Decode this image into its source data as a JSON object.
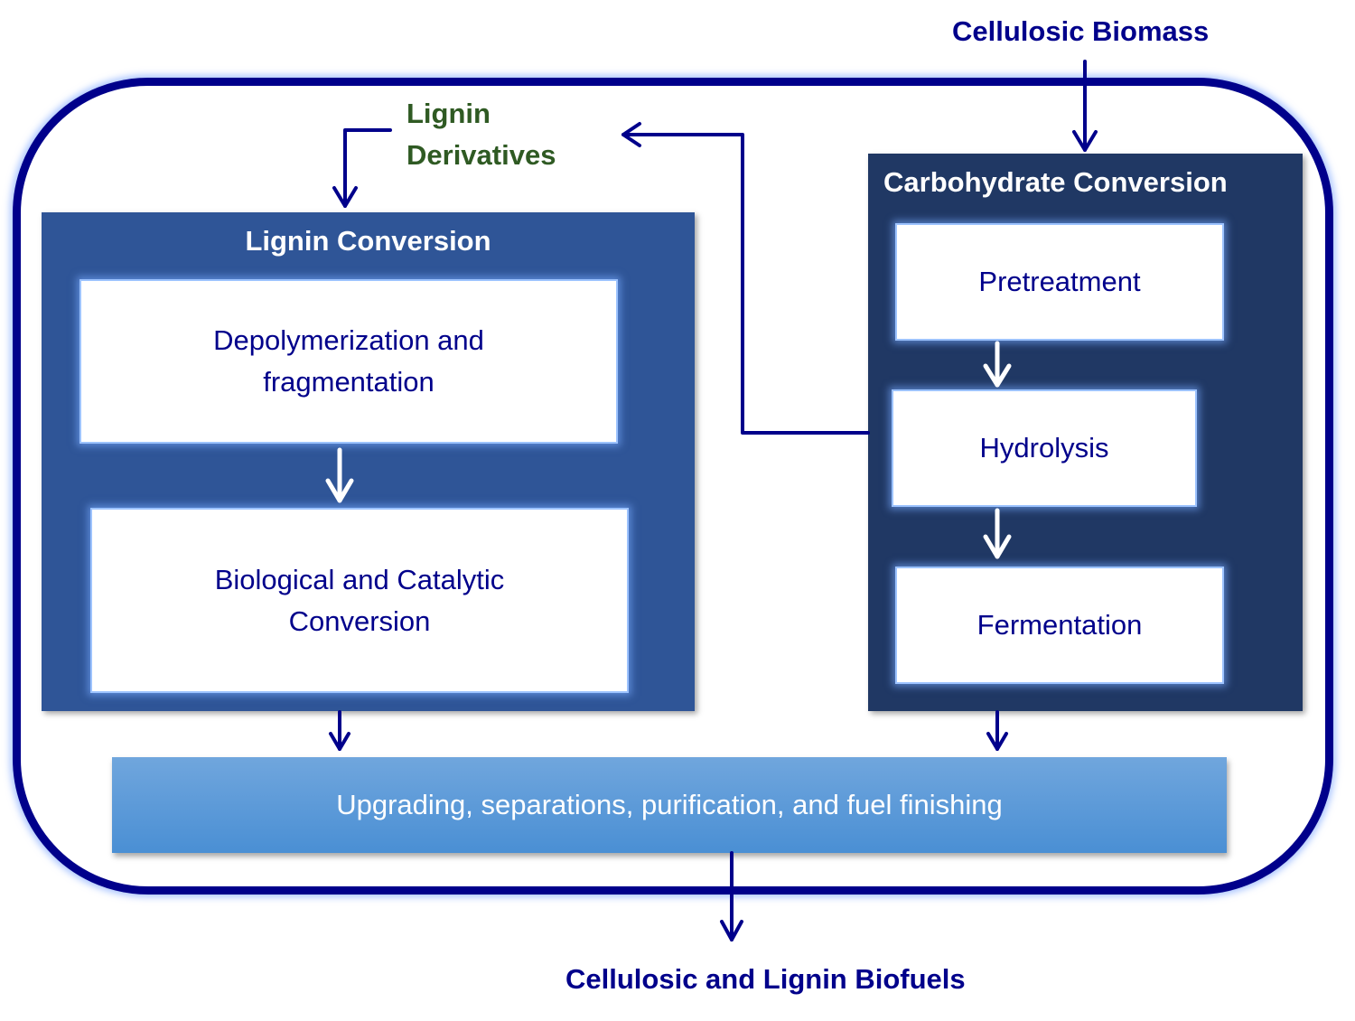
{
  "diagram": {
    "input_label": "Cellulosic Biomass",
    "output_label": "Cellulosic and Lignin Biofuels",
    "intermediate_label": {
      "line1": "Lignin",
      "line2": "Derivatives"
    },
    "lignin_panel": {
      "title": "Lignin Conversion",
      "steps": [
        {
          "line1": "Depolymerization and",
          "line2": "fragmentation"
        },
        {
          "line1": "Biological and Catalytic",
          "line2": "Conversion"
        }
      ]
    },
    "carbohydrate_panel": {
      "title": "Carbohydrate Conversion",
      "steps": [
        {
          "label": "Pretreatment"
        },
        {
          "label": "Hydrolysis"
        },
        {
          "label": "Fermentation"
        }
      ]
    },
    "final_stage": {
      "label": "Upgrading, separations, purification, and fuel finishing"
    },
    "colors": {
      "outline": "#00008b",
      "lignin_panel": "#2f5597",
      "carbohydrate_panel": "#203864",
      "final_stage": "#5b9bd5",
      "intermediate_text": "#2f5a23"
    }
  }
}
